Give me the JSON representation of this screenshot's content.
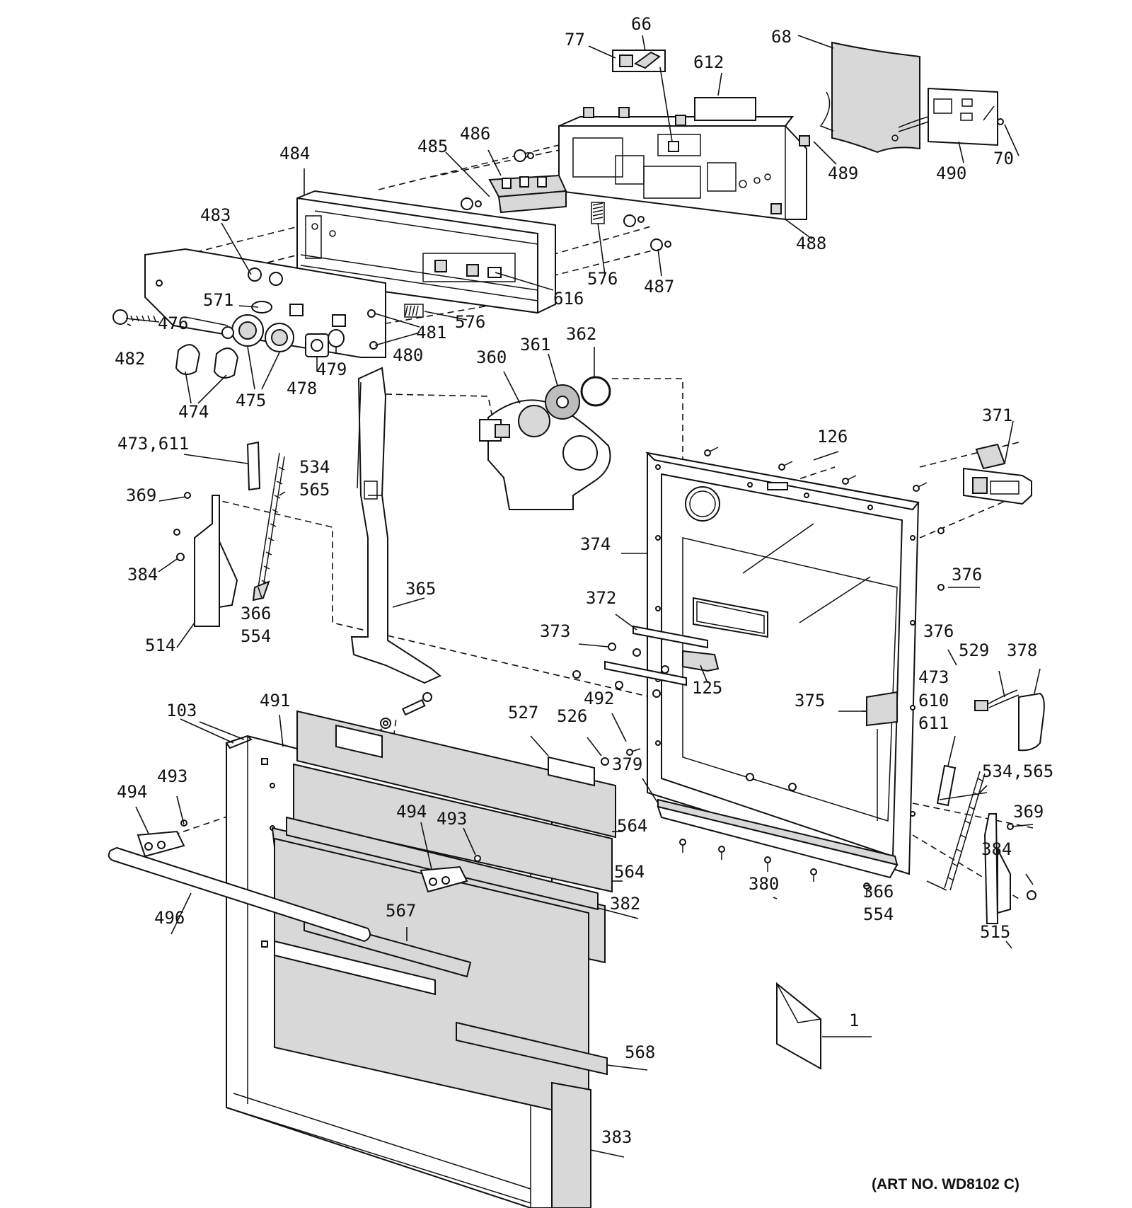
{
  "labels": {
    "l66": "66",
    "l77": "77",
    "l68": "68",
    "l612": "612",
    "l486": "486",
    "l485": "485",
    "l484": "484",
    "l489": "489",
    "l490": "490",
    "l70": "70",
    "l483": "483",
    "l488": "488",
    "l576a": "576",
    "l487": "487",
    "l616": "616",
    "l571": "571",
    "l476": "476",
    "l576b": "576",
    "l481": "481",
    "l482": "482",
    "l480": "480",
    "l479": "479",
    "l478": "478",
    "l475": "475",
    "l474": "474",
    "l360": "360",
    "l361": "361",
    "l362": "362",
    "l371": "371",
    "l126": "126",
    "l473611": "473,611",
    "l534": "534",
    "l565": "565",
    "l369a": "369",
    "l374": "374",
    "l384a": "384",
    "l376a": "376",
    "l372": "372",
    "l365": "365",
    "l366a": "366",
    "l554a": "554",
    "l376b": "376",
    "l514": "514",
    "l373": "373",
    "l473b": "473",
    "l529": "529",
    "l378": "378",
    "l125": "125",
    "l610": "610",
    "l611b": "611",
    "l375": "375",
    "l103": "103",
    "l491": "491",
    "l527": "527",
    "l492": "492",
    "l526": "526",
    "l379": "379",
    "l534565b": "534,565",
    "l494a": "494",
    "l493a": "493",
    "l369b": "369",
    "l494b": "494",
    "l493b": "493",
    "l564a": "564",
    "l384b": "384",
    "l564b": "564",
    "l380": "380",
    "l382": "382",
    "l366b": "366",
    "l554b": "554",
    "l496": "496",
    "l567": "567",
    "l515": "515",
    "l1": "1",
    "l568": "568",
    "l383": "383"
  },
  "art_number": "(ART NO. WD8102 C)"
}
